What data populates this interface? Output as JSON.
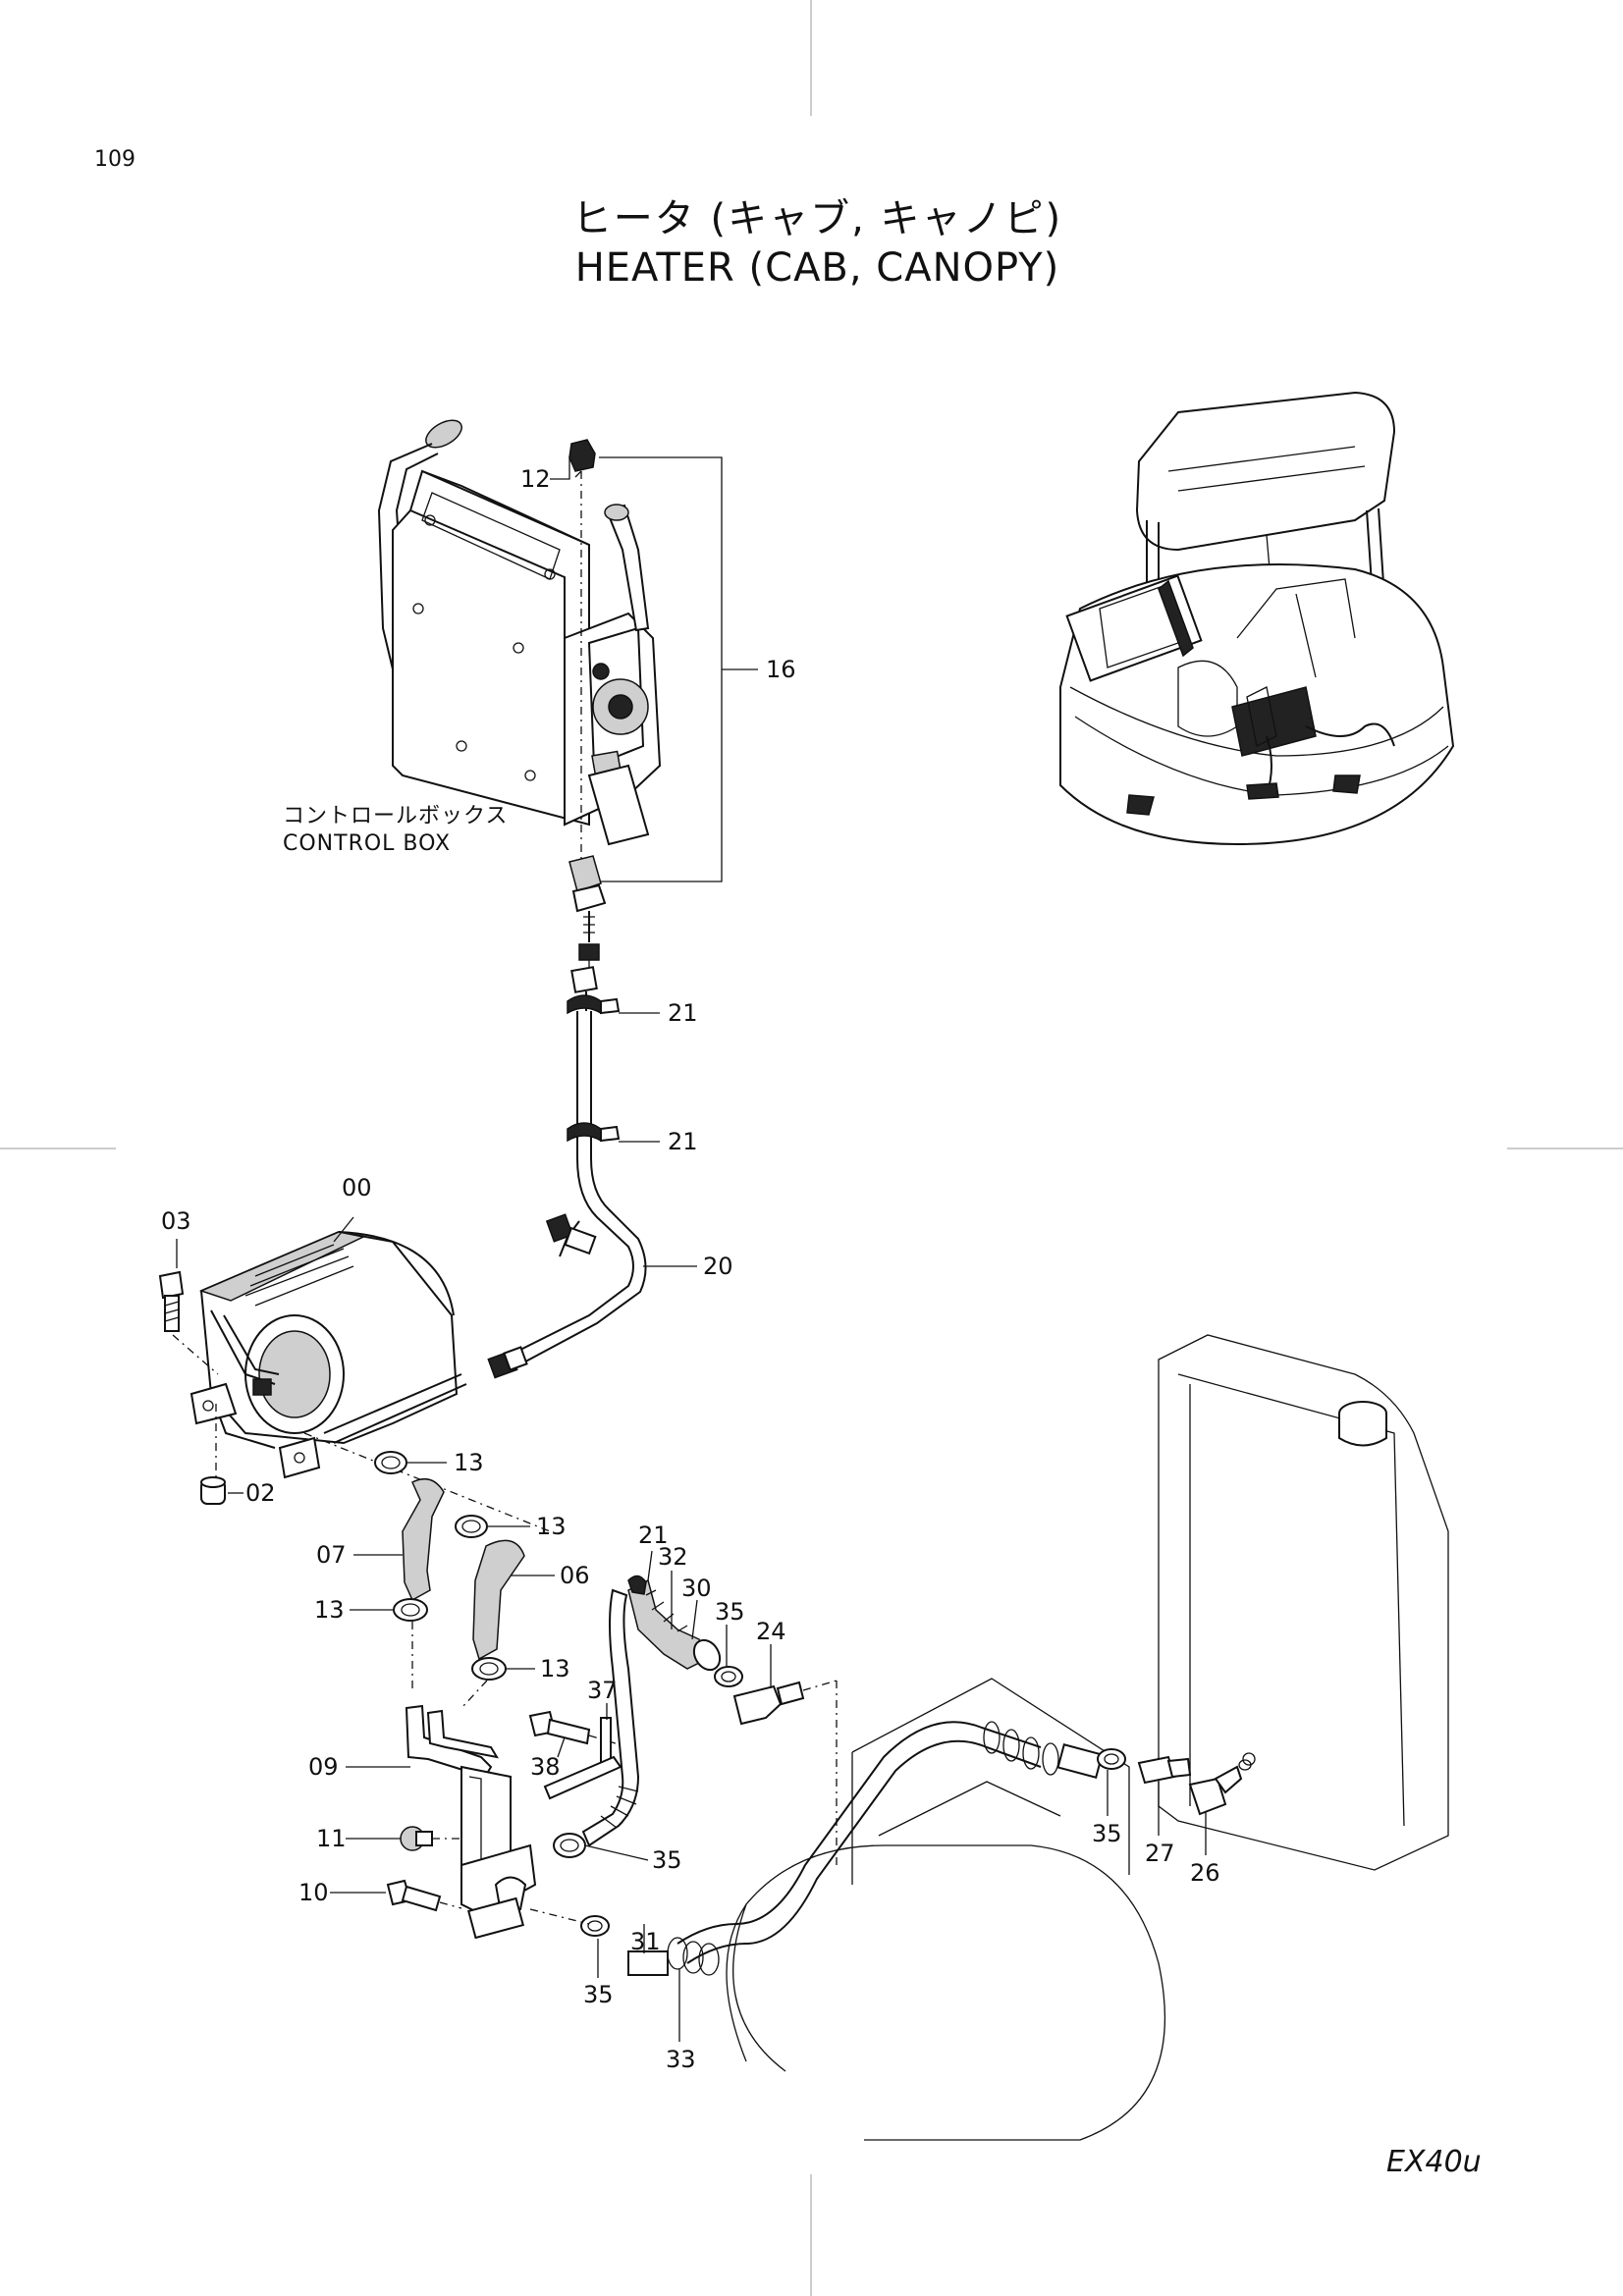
{
  "page": {
    "number": "109",
    "model": "EX40u"
  },
  "title": {
    "japanese": "ヒータ (キャブ, キャノピ)",
    "english": "HEATER (CAB, CANOPY)"
  },
  "control_box": {
    "label_jp": "コントロールボックス",
    "label_en": "CONTROL BOX"
  },
  "callouts": {
    "p12": "12",
    "p16": "16",
    "p21a": "21",
    "p21b": "21",
    "p20": "20",
    "p03": "03",
    "p00": "00",
    "p02": "02",
    "p13a": "13",
    "p13b": "13",
    "p07": "07",
    "p06": "06",
    "p13c": "13",
    "p13d": "13",
    "p09": "09",
    "p11": "11",
    "p10": "10",
    "p38": "38",
    "p37": "37",
    "p35a": "35",
    "p21c": "21",
    "p32": "32",
    "p30": "30",
    "p35b": "35",
    "p24": "24",
    "p31": "31",
    "p35c": "35",
    "p33": "33",
    "p35d": "35",
    "p27": "27",
    "p26": "26"
  }
}
